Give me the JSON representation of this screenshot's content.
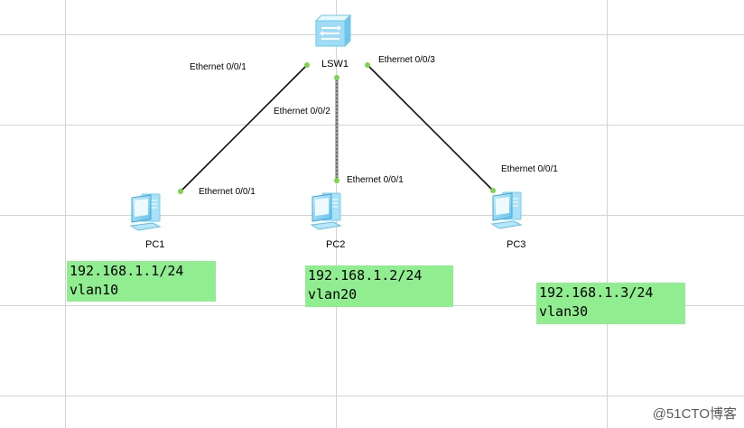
{
  "switch": {
    "label": "LSW1"
  },
  "pcs": [
    {
      "label": "PC1",
      "note": {
        "ip": "192.168.1.1/24",
        "vlan": "vlan10"
      }
    },
    {
      "label": "PC2",
      "note": {
        "ip": "192.168.1.2/24",
        "vlan": "vlan20"
      }
    },
    {
      "label": "PC3",
      "note": {
        "ip": "192.168.1.3/24",
        "vlan": "vlan30"
      }
    }
  ],
  "links": [
    {
      "switch_port": "Ethernet 0/0/1",
      "pc_port": "Ethernet 0/0/1"
    },
    {
      "switch_port": "Ethernet 0/0/2",
      "pc_port": "Ethernet 0/0/1"
    },
    {
      "switch_port": "Ethernet 0/0/3",
      "pc_port": "Ethernet 0/0/1"
    }
  ],
  "colors": {
    "note_fill": "#90ee90",
    "port_dot": "#7cd64a",
    "link": "#111111",
    "grid": "#d3d3d3",
    "device_body": "#8fd7f5"
  },
  "icons": {
    "switch": "switch-icon",
    "pc": "pc-icon"
  },
  "watermark": "@51CTO博客"
}
